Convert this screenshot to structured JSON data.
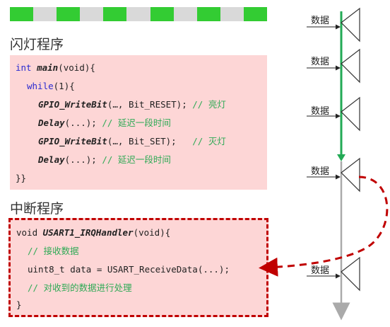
{
  "stripe": {
    "colors": [
      "#33cc33",
      "#d9d9d9",
      "#33cc33",
      "#d9d9d9",
      "#33cc33",
      "#d9d9d9",
      "#33cc33",
      "#d9d9d9",
      "#33cc33",
      "#d9d9d9",
      "#33cc33"
    ]
  },
  "blink": {
    "title": "闪灯程序",
    "lines": [
      {
        "kw": "int ",
        "fn": "main",
        "rest": "(void){",
        "comment": ""
      },
      {
        "kw": "while",
        "fn": "",
        "rest": "(1){",
        "comment": ""
      },
      {
        "kw": "",
        "fn": "GPIO_WriteBit",
        "rest": "(…, Bit_RESET); ",
        "comment": "// 亮灯"
      },
      {
        "kw": "",
        "fn": "Delay",
        "rest": "(...); ",
        "comment": "// 延迟一段时间"
      },
      {
        "kw": "",
        "fn": "GPIO_WriteBit",
        "rest": "(…, Bit_SET);   ",
        "comment": "// 灭灯"
      },
      {
        "kw": "",
        "fn": "Delay",
        "rest": "(...); ",
        "comment": "// 延迟一段时间"
      },
      {
        "kw": "",
        "fn": "",
        "rest": "}}",
        "comment": ""
      }
    ]
  },
  "interrupt": {
    "title": "中断程序",
    "lines": [
      {
        "plain": "void ",
        "fn": "USART1_IRQHandler",
        "rest": "(void){",
        "comment": ""
      },
      {
        "plain": "",
        "fn": "",
        "rest": "",
        "comment": "// 接收数据"
      },
      {
        "plain": "uint8_t data = USART_ReceiveData(...);",
        "fn": "",
        "rest": "",
        "comment": ""
      },
      {
        "plain": "",
        "fn": "",
        "rest": "",
        "comment": "// 对收到的数据进行处理"
      },
      {
        "plain": "}",
        "fn": "",
        "rest": "",
        "comment": ""
      }
    ]
  },
  "timeline": {
    "data_label": "数据",
    "colors": {
      "main": "#22aa55",
      "idle": "#aaaaaa",
      "interrupt": "#c00000"
    }
  }
}
